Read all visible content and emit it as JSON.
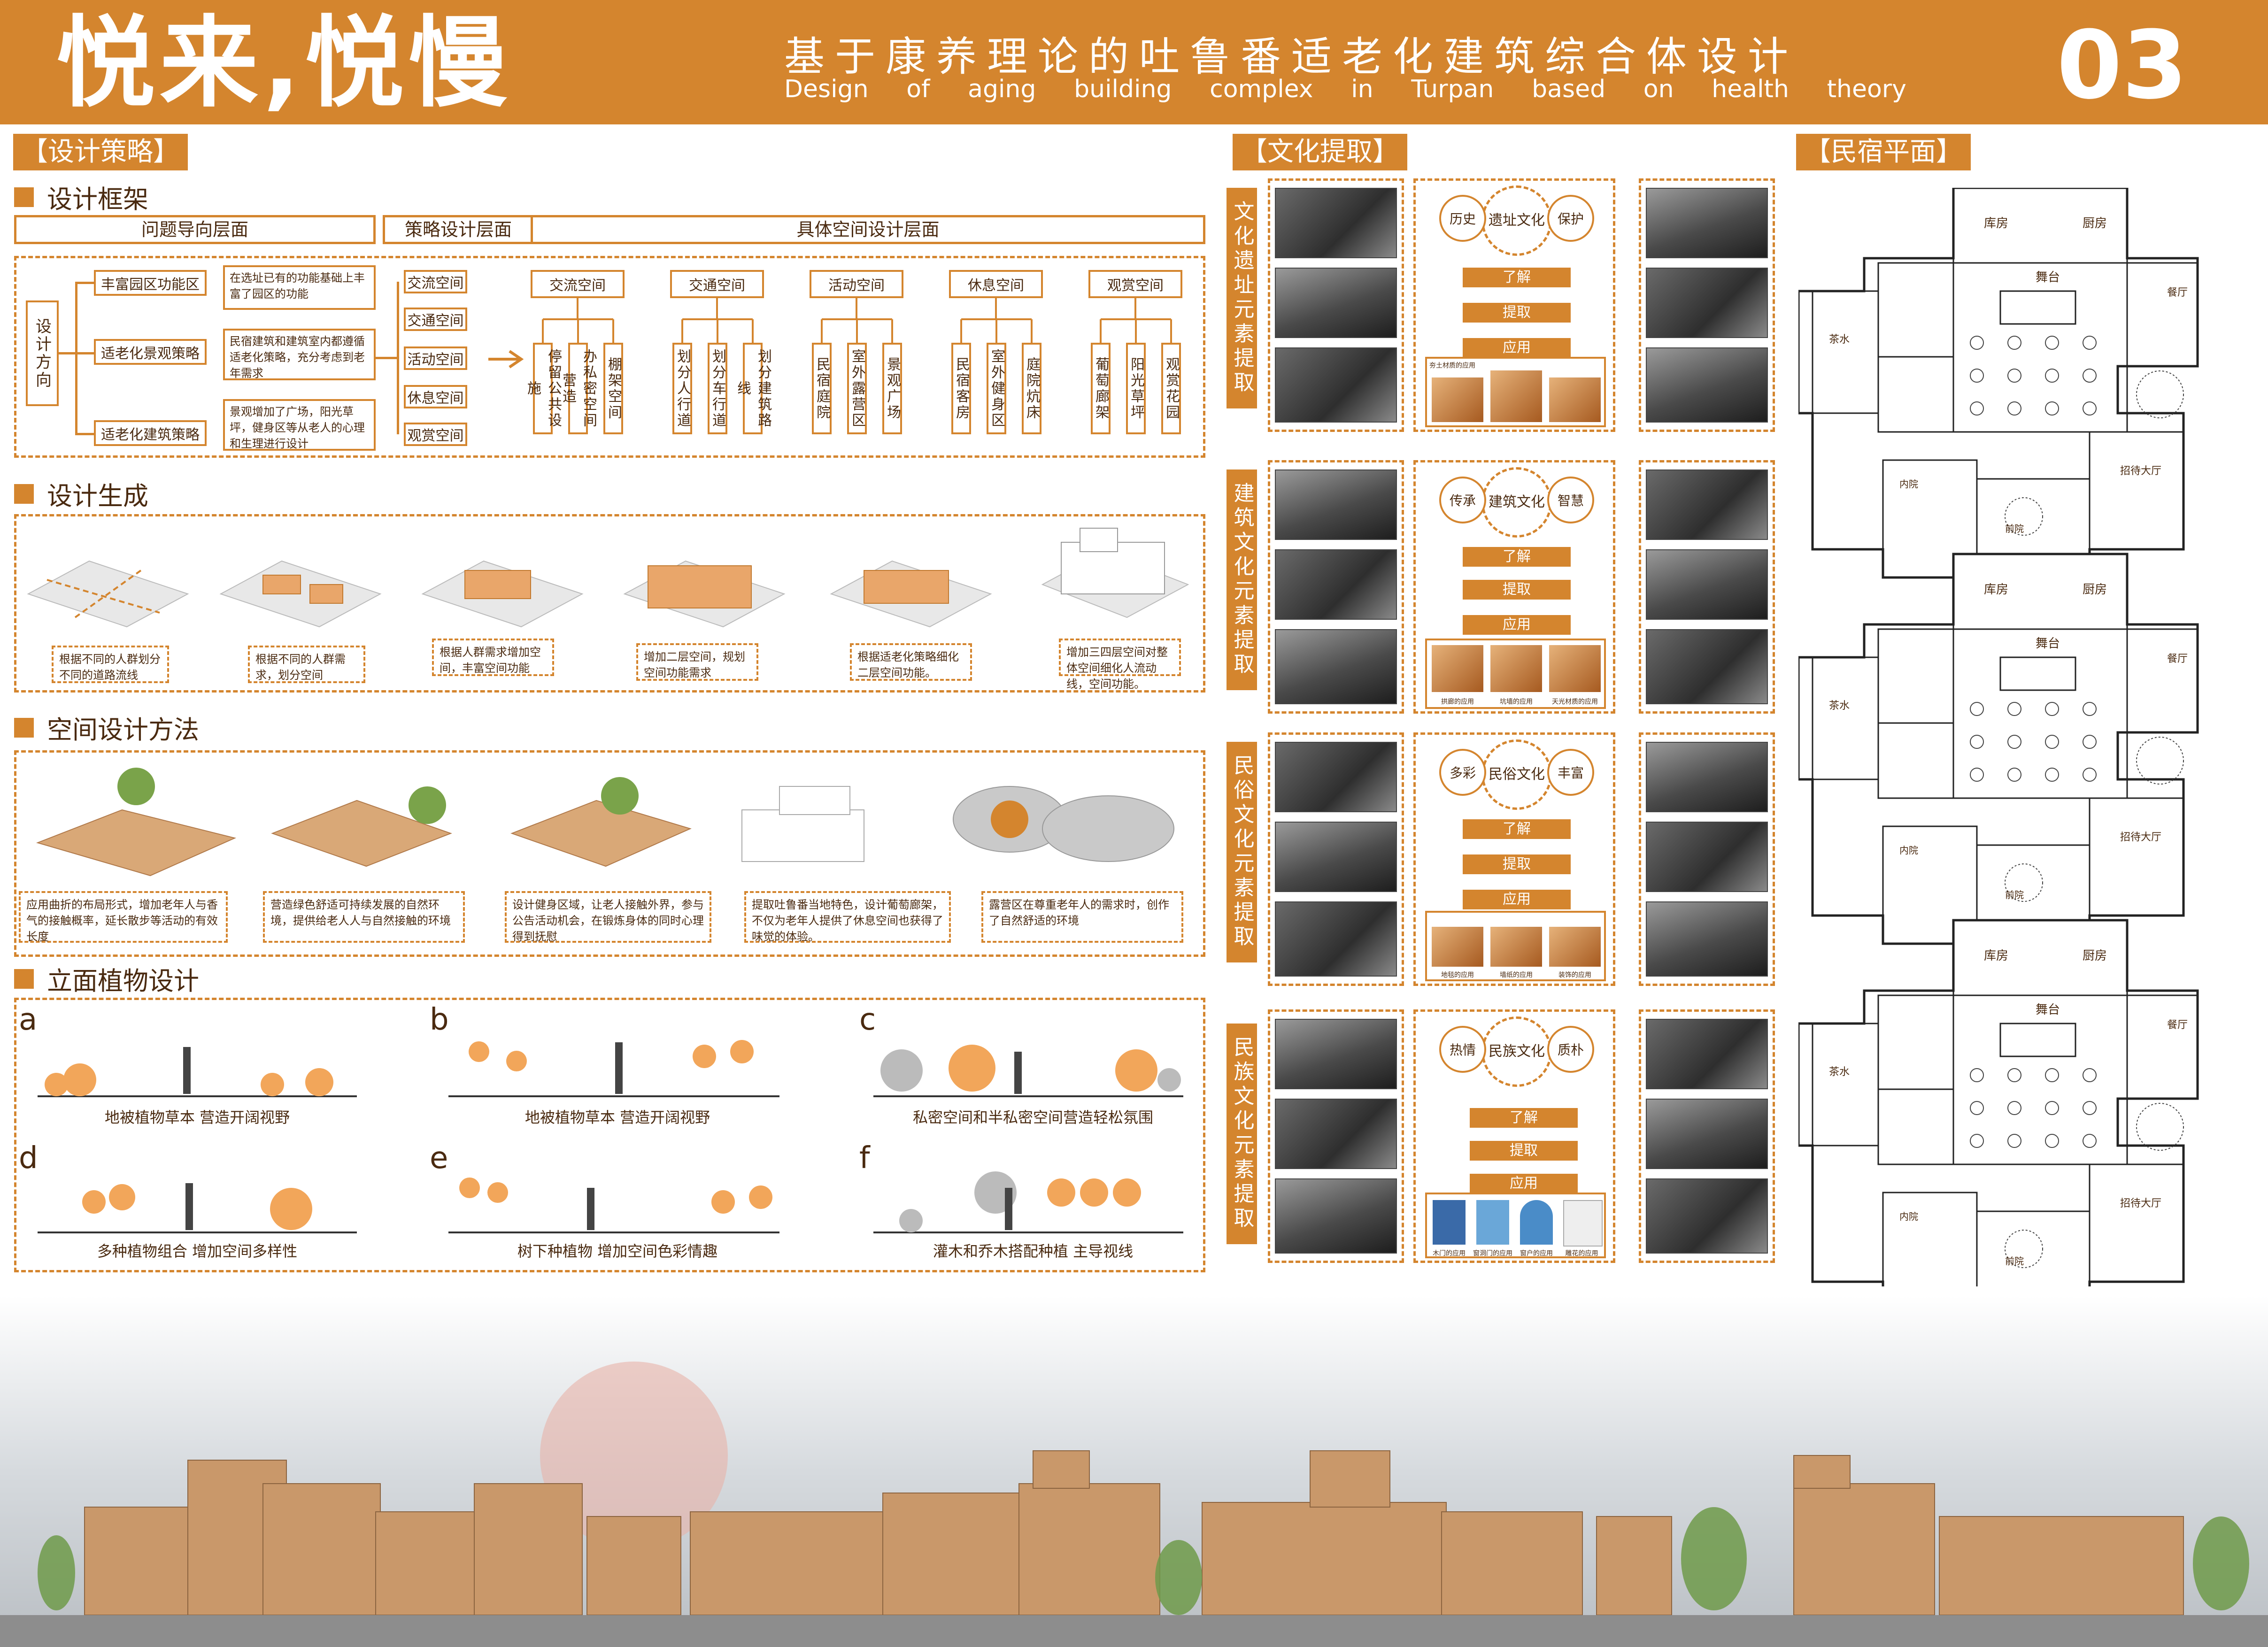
{
  "header": {
    "title_main": "悦来,悦慢",
    "title_cn": "基于康养理论的吐鲁番适老化建筑综合体设计",
    "title_en_words": [
      "Design",
      "of",
      "aging",
      "building",
      "complex",
      "in",
      "Turpan",
      "based",
      "on",
      "health",
      "theory"
    ],
    "page_number": "03"
  },
  "strategy": {
    "title": "【设计策略】",
    "framework": {
      "title": "设计框架",
      "layer_problem": "问题导向层面",
      "layer_strategy": "策略设计层面",
      "layer_space": "具体空间设计层面",
      "root": "设计方向",
      "problems": [
        {
          "label": "丰富园区功能区",
          "desc": "在选址已有的功能基础上丰富了园区的功能"
        },
        {
          "label": "适老化景观策略",
          "desc": "民宿建筑和建筑室内都遵循适老化策略，充分考虑到老年需求"
        },
        {
          "label": "适老化建筑策略",
          "desc": "景观增加了广场，阳光草坪，健身区等从老人的心理和生理进行设计"
        }
      ],
      "strategies": [
        "交流空间",
        "交通空间",
        "活动空间",
        "休息空间",
        "观赏空间"
      ],
      "spaces": [
        {
          "label": "交流空间",
          "items": [
            "停留公共设施",
            "办私密空间营造",
            "棚架空间"
          ]
        },
        {
          "label": "交通空间",
          "items": [
            "划分人行道",
            "划分车行道",
            "划分建筑路线"
          ]
        },
        {
          "label": "活动空间",
          "items": [
            "民宿庭院",
            "室外露营区",
            "景观广场"
          ]
        },
        {
          "label": "休息空间",
          "items": [
            "民宿客房",
            "室外健身区",
            "庭院炕床"
          ]
        },
        {
          "label": "观赏空间",
          "items": [
            "葡萄廊架",
            "阳光草坪",
            "观赏花园"
          ]
        }
      ]
    },
    "generation": {
      "title": "设计生成",
      "steps": [
        "根据不同的人群划分不同的道路流线",
        "根据不同的人群需求，划分空间",
        "根据人群需求增加空间，丰富空间功能",
        "增加二层空间，规划空间功能需求",
        "根据适老化策略细化二层空间功能。",
        "增加三四层空间对整体空间细化人流动线，空间功能。"
      ]
    },
    "method": {
      "title": "空间设计方法",
      "items": [
        "应用曲折的布局形式，增加老年人与香气的接触概率，延长散步等活动的有效长度",
        "营造绿色舒适可持续发展的自然环境，提供给老人人与自然接触的环境",
        "设计健身区域，让老人接触外界，参与公告活动机会，在锻炼身体的同时心理得到抚慰",
        "提取吐鲁番当地特色，设计葡萄廊架，不仅为老年人提供了休息空间也获得了味觉的体验。",
        "露营区在尊重老年人的需求时，创作了自然舒适的环境"
      ]
    },
    "plants": {
      "title": "立面植物设计",
      "items": [
        {
          "letter": "a",
          "caption": "地被植物草本   营造开阔视野"
        },
        {
          "letter": "b",
          "caption": "地被植物草本   营造开阔视野"
        },
        {
          "letter": "c",
          "caption": "私密空间和半私密空间营造轻松氛围"
        },
        {
          "letter": "d",
          "caption": "多种植物组合   增加空间多样性"
        },
        {
          "letter": "e",
          "caption": "树下种植物   增加空间色彩情趣"
        },
        {
          "letter": "f",
          "caption": "灌木和乔木搭配种植   主导视线"
        }
      ]
    }
  },
  "culture": {
    "title": "【文化提取】",
    "steps": [
      "了解",
      "提取",
      "应用"
    ],
    "groups": [
      {
        "side": "文化遗址元素提取",
        "center": "遗址文化",
        "left": "历史",
        "right": "保护",
        "apps": [
          "夯土材质的应用"
        ]
      },
      {
        "side": "建筑文化元素提取",
        "center": "建筑文化",
        "left": "传承",
        "right": "智慧",
        "apps": [
          "拱廊的应用",
          "坑墙的应用",
          "天光材质的应用"
        ]
      },
      {
        "side": "民俗文化元素提取",
        "center": "民俗文化",
        "left": "多彩",
        "right": "丰富",
        "apps": [
          "地毯的应用",
          "墙纸的应用",
          "装饰的应用"
        ]
      },
      {
        "side": "民族文化元素提取",
        "center": "民族文化",
        "left": "热情",
        "right": "质朴",
        "apps": [
          "木门的应用",
          "窗洞门的应用",
          "窗户的应用",
          "雕花的应用"
        ]
      }
    ]
  },
  "plans": {
    "title": "【民宿平面】",
    "rooms": [
      "库房",
      "厨房",
      "舞台",
      "餐厅",
      "茶水",
      "内院",
      "招待大厅",
      "前院"
    ]
  },
  "colors": {
    "accent": "#d4852e",
    "text": "#4a2a10"
  }
}
